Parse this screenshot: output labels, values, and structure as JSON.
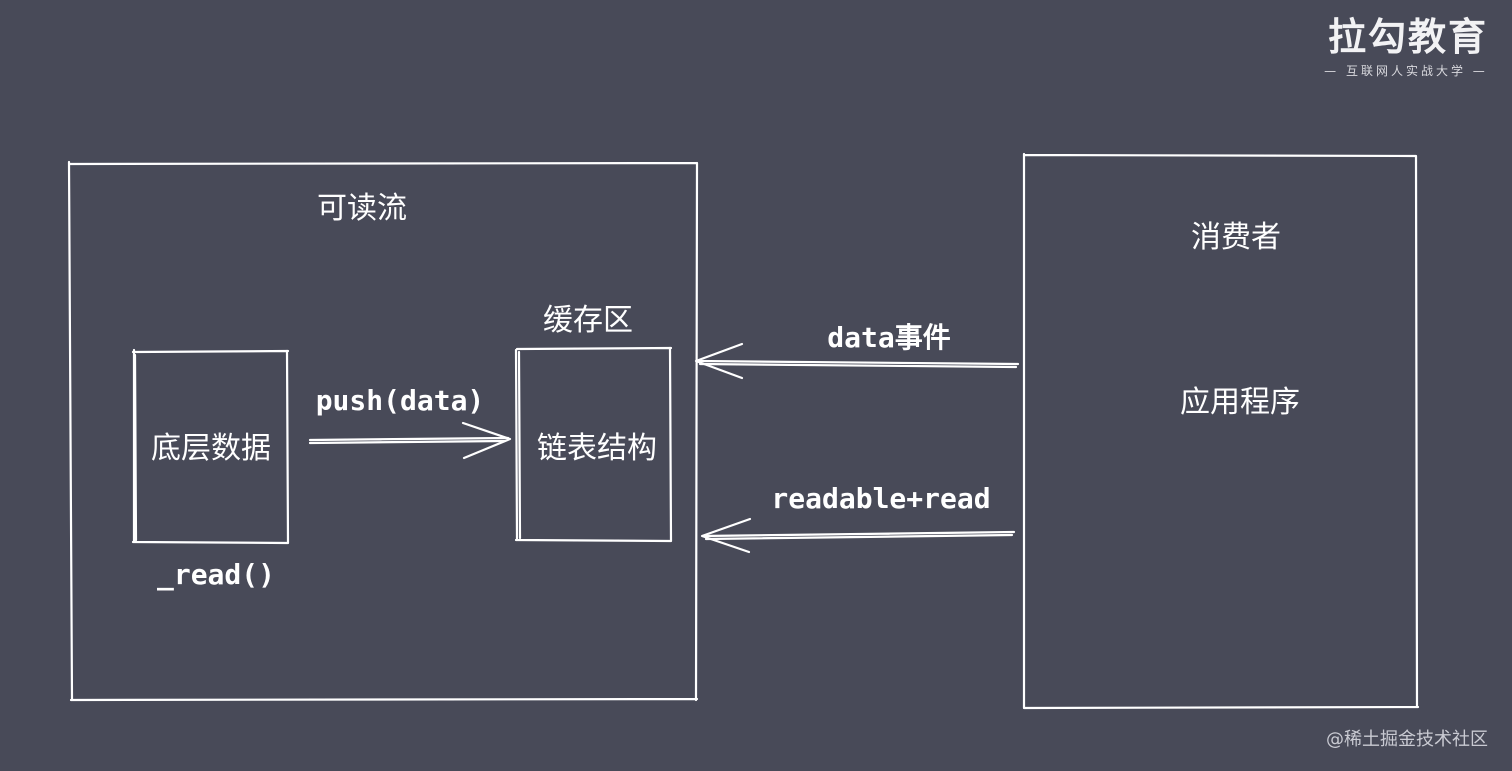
{
  "brand": {
    "name": "拉勾教育",
    "tagline": "— 互联网人实战大学 —"
  },
  "readable_stream": {
    "title": "可读流",
    "underlying_data": {
      "label": "底层数据",
      "method": "_read()"
    },
    "buffer": {
      "title": "缓存区",
      "label": "链表结构"
    },
    "push_label": "push(data)"
  },
  "consumer": {
    "title": "消费者",
    "label": "应用程序"
  },
  "edges": {
    "data_event": "data事件",
    "readable_read": "readable+read"
  },
  "credit": "@稀土掘金技术社区",
  "colors": {
    "background": "#484a58",
    "stroke": "#ffffff"
  }
}
